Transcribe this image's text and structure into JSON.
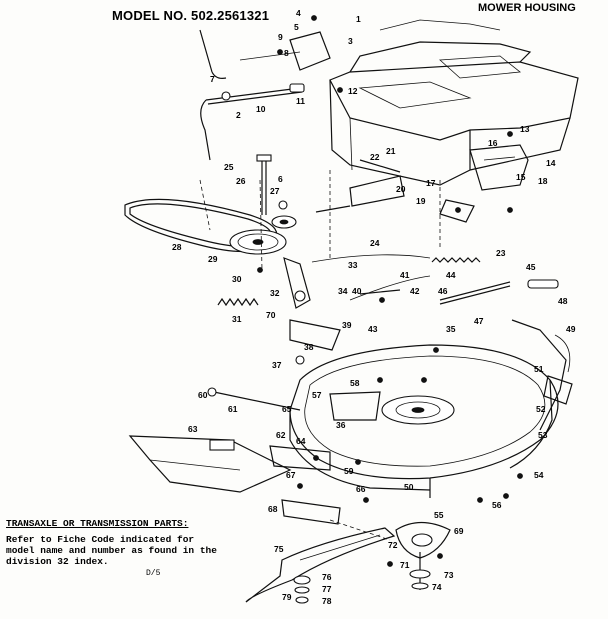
{
  "header": {
    "model": "MODEL NO. 502.2561321",
    "section": "MOWER HOUSING"
  },
  "note": {
    "title": "TRANSAXLE OR TRANSMISSION PARTS:",
    "lines": [
      "Refer to Fiche Code indicated for",
      "model name and number as found in the",
      "division 32 index."
    ],
    "code": "D/5"
  },
  "callouts": [
    "1",
    "2",
    "3",
    "4",
    "5",
    "6",
    "7",
    "8",
    "9",
    "10",
    "11",
    "12",
    "13",
    "14",
    "15",
    "16",
    "17",
    "18",
    "19",
    "20",
    "21",
    "22",
    "23",
    "24",
    "25",
    "26",
    "27",
    "28",
    "29",
    "30",
    "31",
    "32",
    "33",
    "34",
    "35",
    "36",
    "37",
    "38",
    "39",
    "40",
    "41",
    "42",
    "43",
    "44",
    "45",
    "46",
    "47",
    "48",
    "49",
    "50",
    "51",
    "52",
    "53",
    "54",
    "55",
    "56",
    "57",
    "58",
    "59",
    "60",
    "61",
    "62",
    "63",
    "64",
    "65",
    "66",
    "67",
    "68",
    "69",
    "70",
    "71",
    "72",
    "73",
    "74",
    "75",
    "76",
    "77",
    "78",
    "79"
  ]
}
